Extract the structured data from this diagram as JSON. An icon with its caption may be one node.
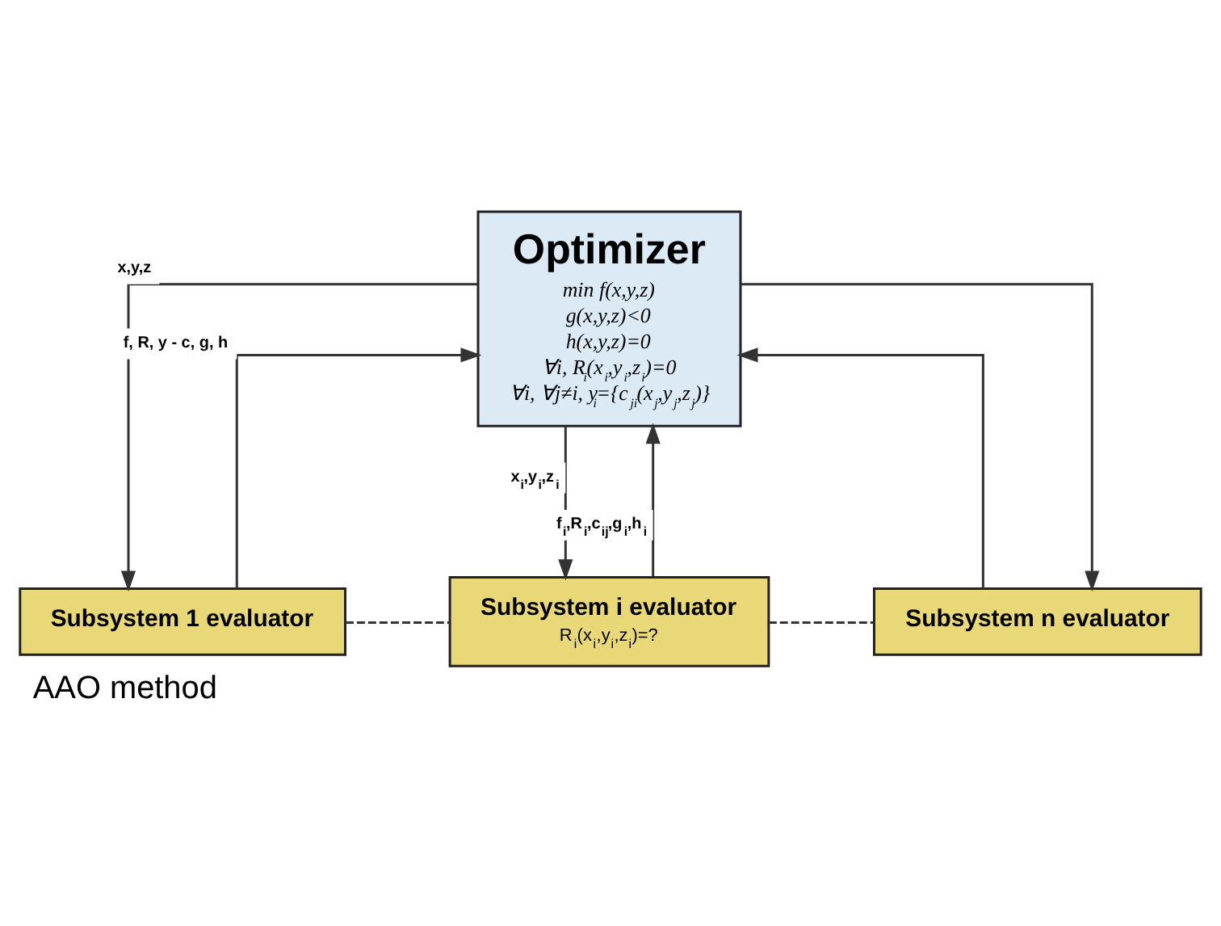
{
  "diagram": {
    "caption": "AAO method",
    "nodes": [
      {
        "text": [
          "Optimizer",
          "min f(x,y,z)",
          "g(x,y,z)<0",
          "h(x,y,z)=0",
          "∀i, R$_{i}$(x$_{i}$,y$_{i}$,z$_{i}$)=0",
          "∀i, ∀j≠i, y$_{i}$={c$_{ji}$(x$_{j}$,y$_{j}$,z$_{j}$)}"
        ]
      },
      {
        "text": [
          "Subsystem 1 evaluator"
        ]
      },
      {
        "text": [
          "Subsystem i evaluator",
          "R$_{i}$(x$_{i}$,y$_{i}$,z$_{i}$)=?"
        ]
      },
      {
        "text": [
          "Subsystem n evaluator"
        ]
      }
    ],
    "edges": [
      {
        "from": 0,
        "to": 1,
        "arrow": "to",
        "label": "x,y,z"
      },
      {
        "from": 0,
        "to": 2,
        "arrow": "to",
        "label": "x$_{i}$,y$_{i}$,z$_{i}$"
      },
      {
        "from": 0,
        "to": 3,
        "arrow": "to"
      },
      {
        "from": 1,
        "to": 2,
        "arrow": "none",
        "style": "dashed"
      },
      {
        "from": 2,
        "to": 3,
        "arrow": "none",
        "style": "dashed"
      },
      {
        "from": 1,
        "to": 0,
        "arrow": "to",
        "label": "f, R, y - c, g, h"
      },
      {
        "from": 2,
        "to": 0,
        "arrow": "to",
        "label": "f$_{i}$,R$_{i}$,c$_{ij}$,g$_{i}$,h$_{i}$"
      },
      {
        "from": 3,
        "to": 0,
        "arrow": "to"
      }
    ]
  }
}
